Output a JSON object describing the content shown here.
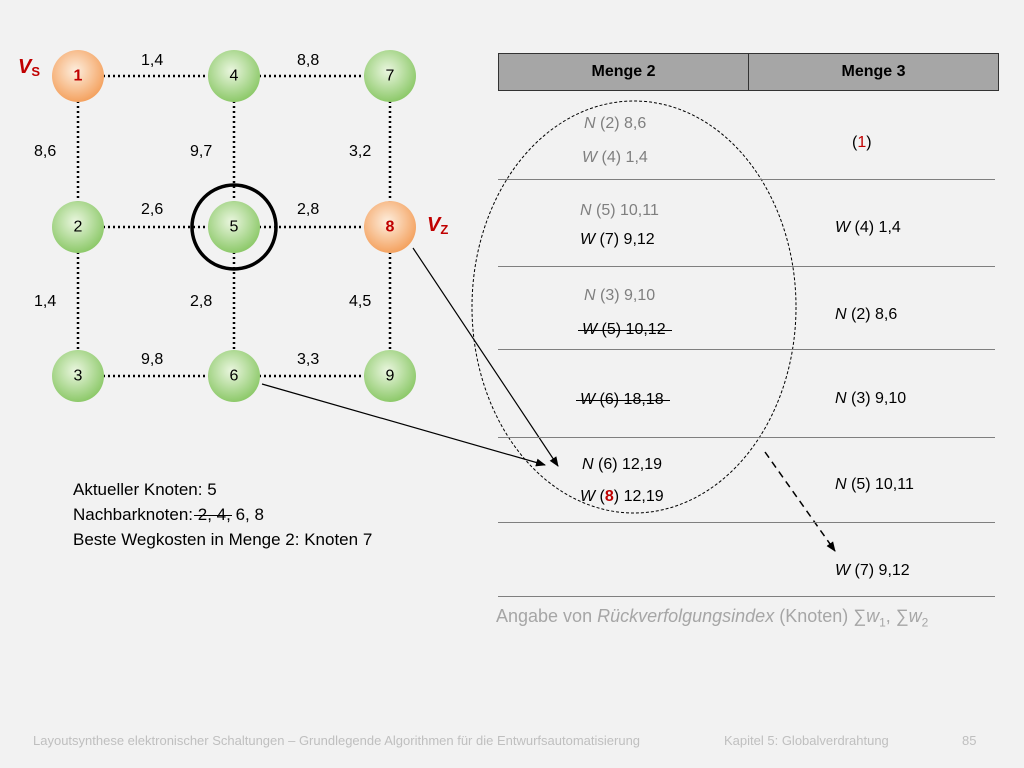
{
  "graph": {
    "source_label": {
      "main": "V",
      "sub": "S"
    },
    "target_label": {
      "main": "V",
      "sub": "Z"
    },
    "nodes": [
      {
        "id": "1",
        "role": "source"
      },
      {
        "id": "4",
        "role": "normal"
      },
      {
        "id": "7",
        "role": "normal"
      },
      {
        "id": "2",
        "role": "normal"
      },
      {
        "id": "5",
        "role": "current"
      },
      {
        "id": "8",
        "role": "target"
      },
      {
        "id": "3",
        "role": "normal"
      },
      {
        "id": "6",
        "role": "normal"
      },
      {
        "id": "9",
        "role": "normal"
      }
    ],
    "edges": {
      "e_1_4": "1,4",
      "e_4_7": "8,8",
      "e_1_2": "8,6",
      "e_4_5": "9,7",
      "e_7_8": "3,2",
      "e_2_5": "2,6",
      "e_5_8": "2,8",
      "e_2_3": "1,4",
      "e_5_6": "2,8",
      "e_8_9": "4,5",
      "e_3_6": "9,8",
      "e_6_9": "3,3"
    }
  },
  "table": {
    "header_menge2": "Menge 2",
    "header_menge3": "Menge 3",
    "menge2": {
      "r1a": {
        "letter": "N",
        "rest": " (2) 8,6"
      },
      "r1b": {
        "letter": "W",
        "rest": " (4) 1,4"
      },
      "r2a": {
        "letter": "N",
        "rest": " (5) 10,11"
      },
      "r2b": {
        "letter": "W",
        "rest": " (7) 9,12"
      },
      "r3a": {
        "letter": "N",
        "rest": " (3) 9,10"
      },
      "r3b": {
        "letter": "W",
        "rest": " (5) 10,12"
      },
      "r4a": {
        "letter": "W",
        "rest": " (6) 18,18"
      },
      "r5a": {
        "letter": "N",
        "rest": " (6) 12,19"
      },
      "r5b": {
        "letter": "W",
        "pre": " (",
        "red": "8",
        "post": ") 12,19"
      }
    },
    "menge3": {
      "r1": {
        "pre": "(",
        "red": "1",
        "post": ")"
      },
      "r2": {
        "letter": "W",
        "rest": " (4) 1,4"
      },
      "r3": {
        "letter": "N",
        "rest": " (2) 8,6"
      },
      "r4": {
        "letter": "N",
        "rest": " (3) 9,10"
      },
      "r5": {
        "letter": "N",
        "rest": " (5) 10,11"
      },
      "r6": {
        "letter": "W",
        "rest": " (7) 9,12"
      }
    },
    "caption": {
      "pre": "Angabe von ",
      "italic": "Rückverfolgungsindex",
      "mid": " (Knoten) ∑",
      "w": "w",
      "s1": "1",
      "sep": ", ∑",
      "w2": "w",
      "s2": "2"
    }
  },
  "info": {
    "line1": "Aktueller Knoten: 5",
    "line2_pre": "Nachbarknoten: ",
    "line2_struck_a": "2",
    "line2_sep": ", ",
    "line2_struck_b": "4",
    "line2_post": ", 6, 8",
    "line3": "Beste Wegkosten in Menge 2: Knoten 7"
  },
  "footer": {
    "left": "Layoutsynthese elektronischer Schaltungen – Grundlegende Algorithmen für die Entwurfsautomatisierung",
    "middle": "Kapitel 5: Globalverdrahtung",
    "page": "85"
  },
  "colors": {
    "node_green": "#8dc96a",
    "node_green_light": "#d9efc9",
    "node_orange": "#f4a260",
    "node_orange_light": "#fde2c9",
    "accent_red": "#c00000"
  }
}
